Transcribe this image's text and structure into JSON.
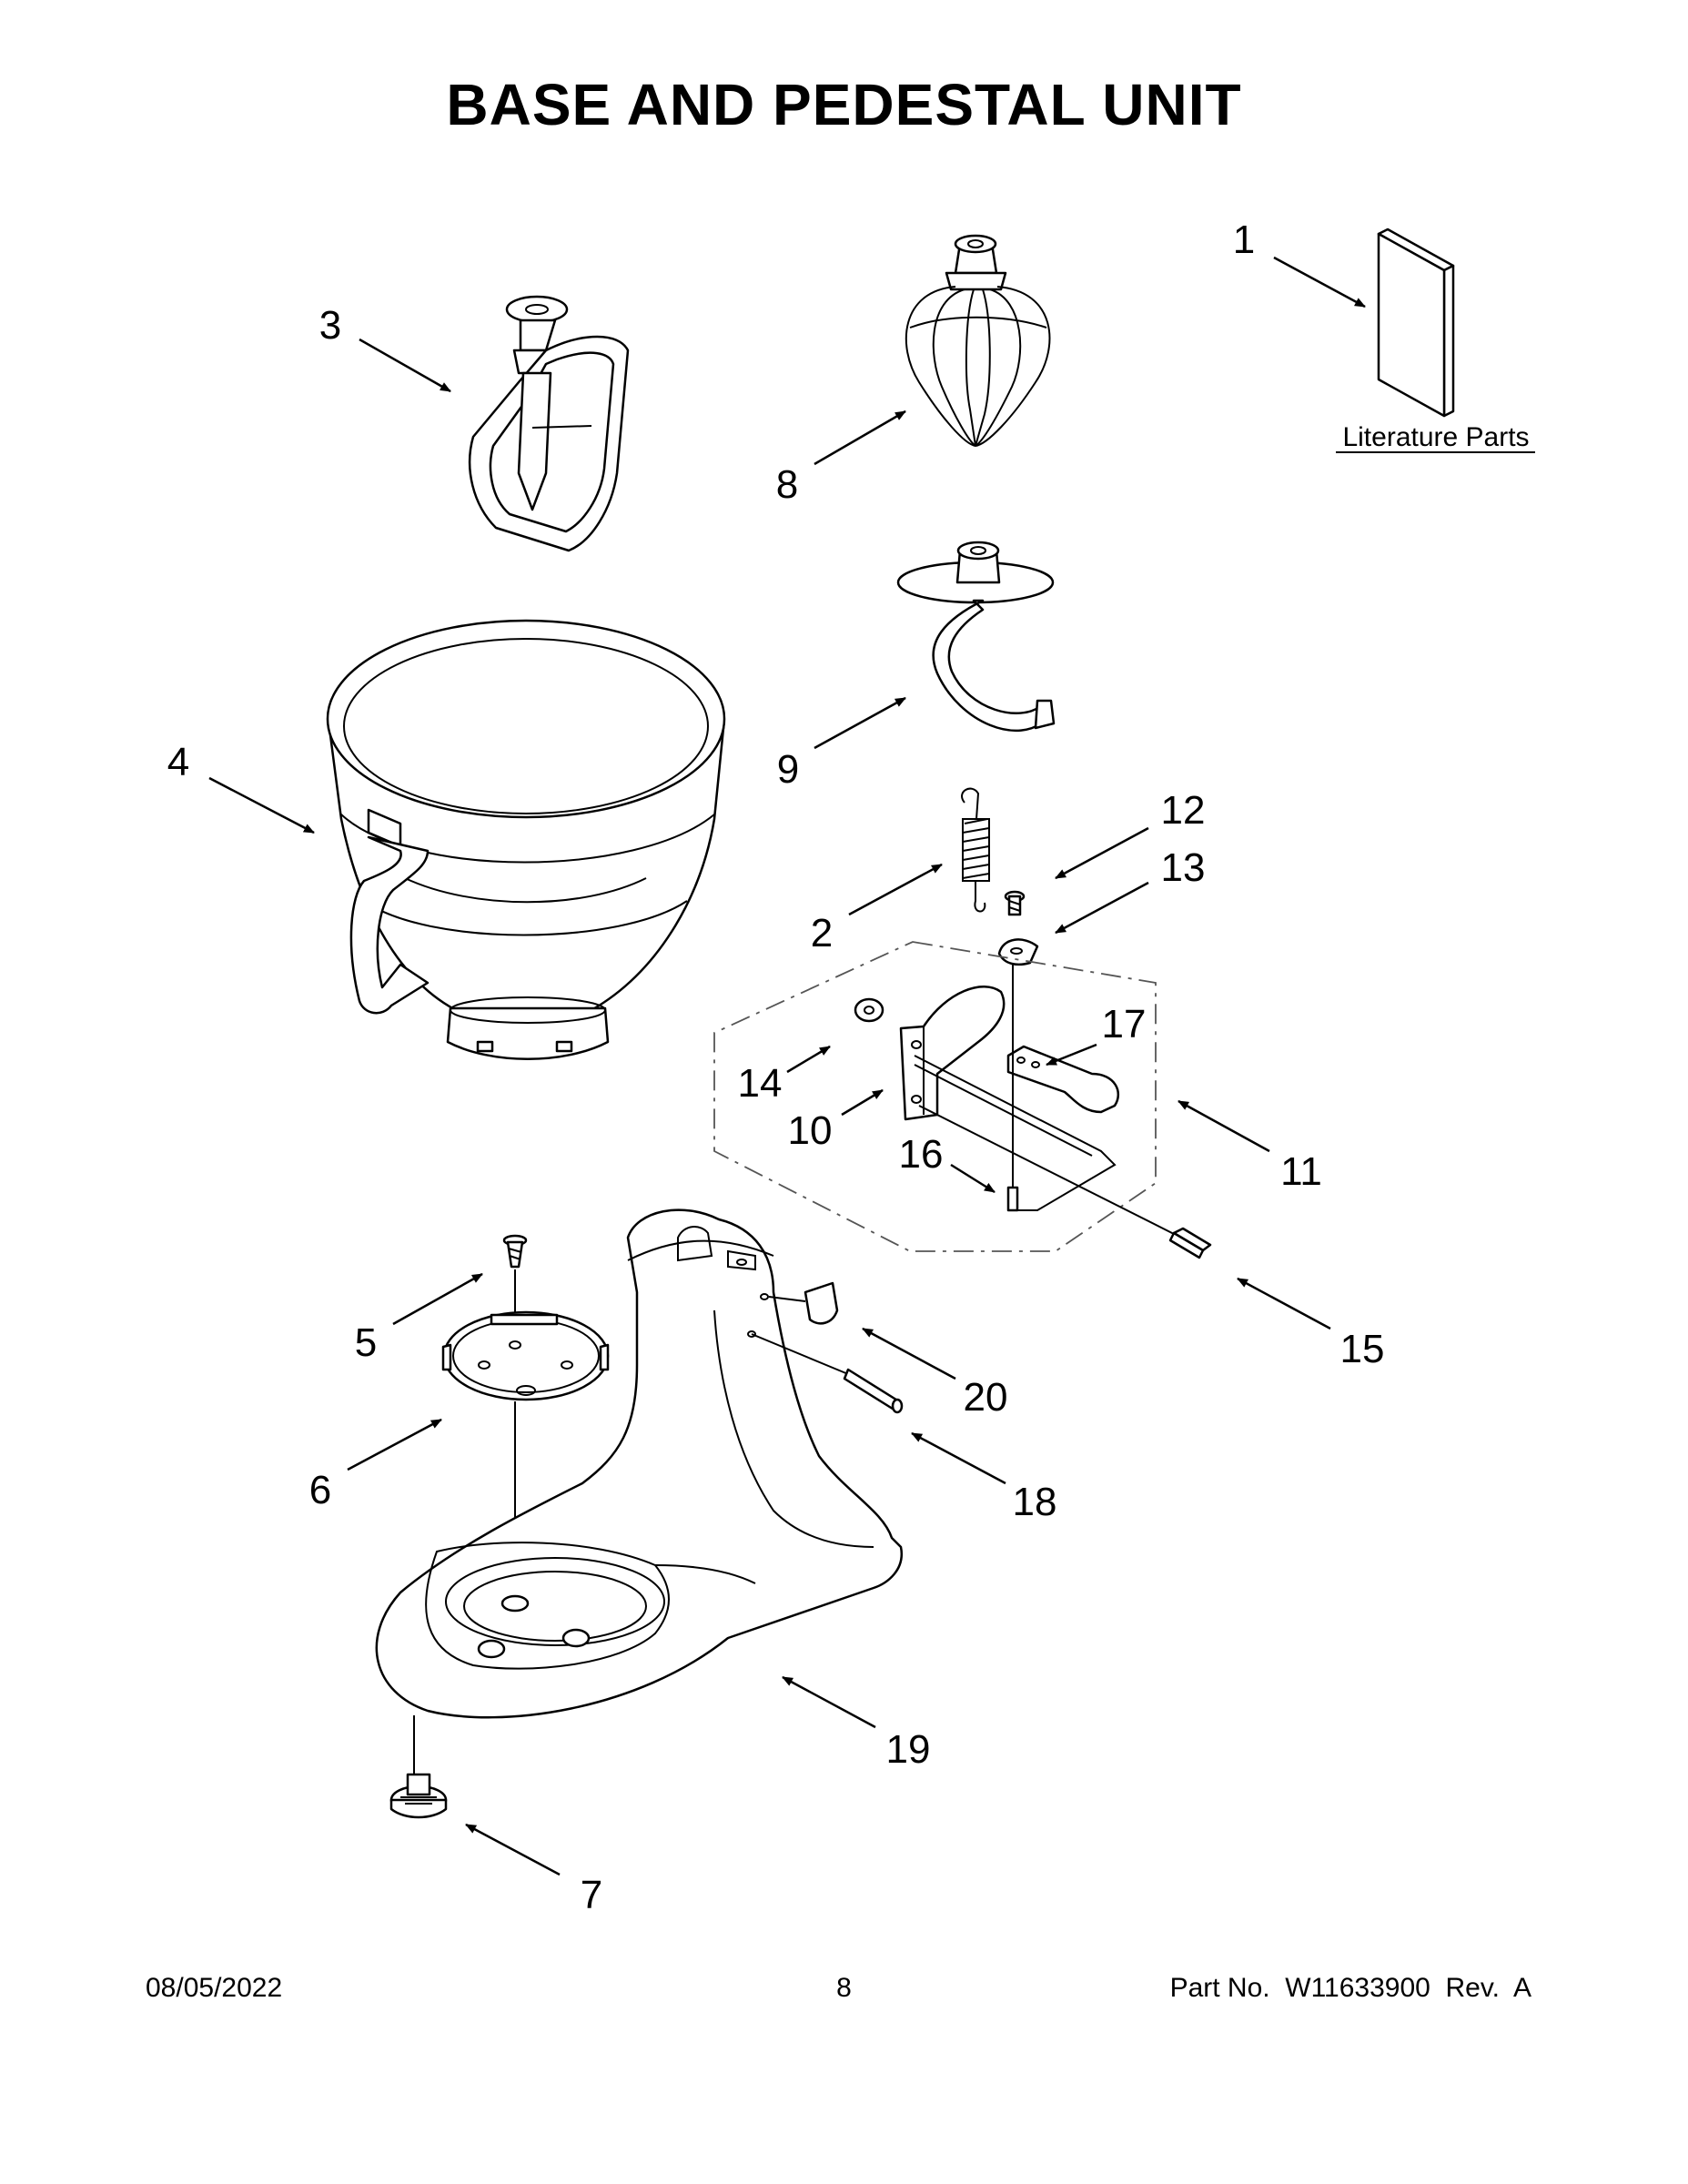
{
  "title": "BASE AND PEDESTAL UNIT",
  "literature_label": "Literature Parts",
  "callouts": {
    "c1": "1",
    "c2": "2",
    "c3": "3",
    "c4": "4",
    "c5": "5",
    "c6": "6",
    "c7": "7",
    "c8": "8",
    "c9": "9",
    "c10": "10",
    "c11": "11",
    "c12": "12",
    "c13": "13",
    "c14": "14",
    "c15": "15",
    "c16": "16",
    "c17": "17",
    "c18": "18",
    "c19": "19",
    "c20": "20"
  },
  "footer": {
    "date": "08/05/2022",
    "page": "8",
    "part_no": "Part No.  W11633900  Rev.  A"
  }
}
